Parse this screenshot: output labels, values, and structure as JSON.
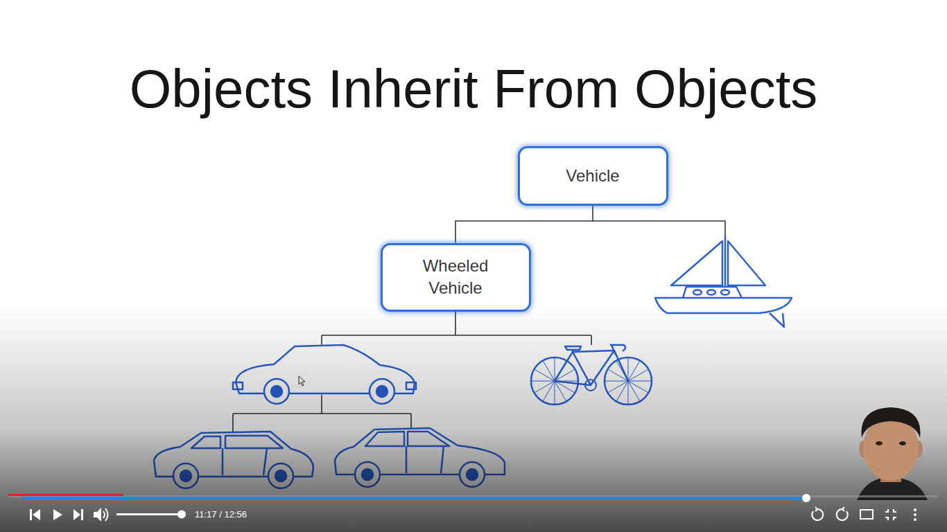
{
  "diagram": {
    "title": "Objects Inherit From Objects",
    "nodes": [
      {
        "text": [
          "Vehicle"
        ]
      },
      {
        "text": [
          "Wheeled Vehicle"
        ]
      }
    ],
    "edges": [
      {
        "from": 0,
        "to": 1,
        "arrow": "none"
      }
    ],
    "labels": [
      "11:17 / 12:56"
    ]
  }
}
